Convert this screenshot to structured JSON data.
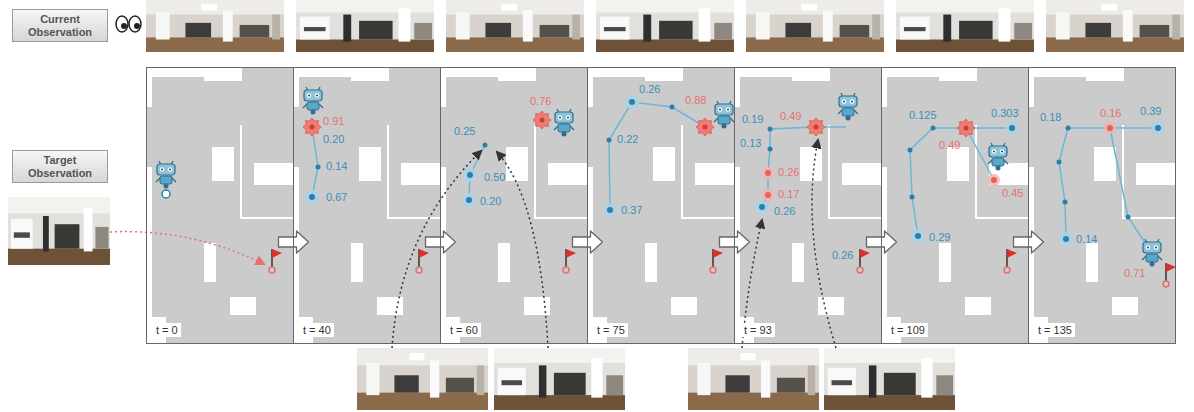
{
  "diagram": {
    "nodes": [
      {
        "text": [
          "Current Observation"
        ]
      },
      {
        "text": [
          "Target Observation"
        ]
      },
      {
        "text": [
          "t = 0"
        ]
      },
      {
        "text": [
          "t = 40"
        ]
      },
      {
        "text": [
          "t = 60"
        ]
      },
      {
        "text": [
          "t = 75"
        ]
      },
      {
        "text": [
          "t = 93"
        ]
      },
      {
        "text": [
          "t = 109"
        ]
      },
      {
        "text": [
          "t = 135"
        ]
      }
    ],
    "edges": [
      {
        "from": 2,
        "to": 3,
        "arrow": "to"
      },
      {
        "from": 3,
        "to": 4,
        "arrow": "to"
      },
      {
        "from": 4,
        "to": 5,
        "arrow": "to"
      },
      {
        "from": 5,
        "to": 6,
        "arrow": "to"
      },
      {
        "from": 6,
        "to": 7,
        "arrow": "to"
      },
      {
        "from": 7,
        "to": 8,
        "arrow": "to"
      }
    ],
    "labels": [
      "0.91",
      "0.20",
      "0.14",
      "0.67",
      "0.76",
      "0.25",
      "0.50",
      "0.20",
      "0.26",
      "0.88",
      "0.22",
      "0.37",
      "0.19",
      "0.49",
      "0.13",
      "0.26",
      "0.17",
      "0.26",
      "0.26",
      "0.125",
      "0.303",
      "0.49",
      "0.45",
      "0.29",
      "0.18",
      "0.16",
      "0.39",
      "0.14",
      "0.71"
    ]
  }
}
